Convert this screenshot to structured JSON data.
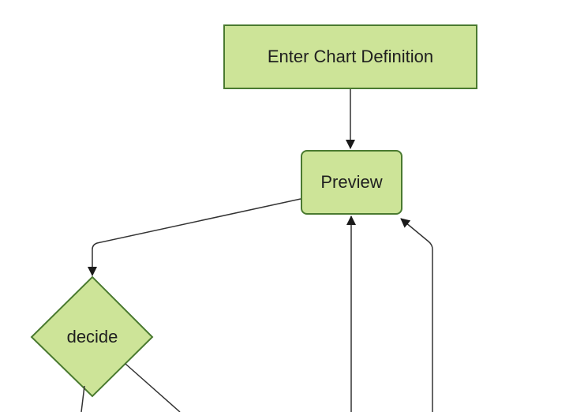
{
  "diagram": {
    "type": "flowchart",
    "direction": "top-down",
    "nodes": [
      {
        "id": "A",
        "label": "Enter Chart Definition",
        "shape": "rectangle"
      },
      {
        "id": "B",
        "label": "Preview",
        "shape": "rounded-rectangle"
      },
      {
        "id": "C",
        "label": "decide",
        "shape": "diamond"
      }
    ],
    "edges": [
      {
        "from": "A",
        "to": "B",
        "arrow": true
      },
      {
        "from": "B",
        "to": "C",
        "arrow": true
      },
      {
        "from": "C",
        "to": "offscreen-bottom-left",
        "arrow": false
      },
      {
        "from": "C",
        "to": "offscreen-bottom-right",
        "arrow": false
      },
      {
        "from": "offscreen-bottom-center",
        "to": "B",
        "arrow": true
      },
      {
        "from": "offscreen-bottom-right-column",
        "to": "B",
        "arrow": true
      }
    ],
    "colors": {
      "node_fill": "#cde498",
      "node_border": "#4a7a30",
      "edge_line": "#333333",
      "arrowhead": "#1a1a1a",
      "text": "#1f1f1f",
      "background": "#ffffff"
    }
  }
}
